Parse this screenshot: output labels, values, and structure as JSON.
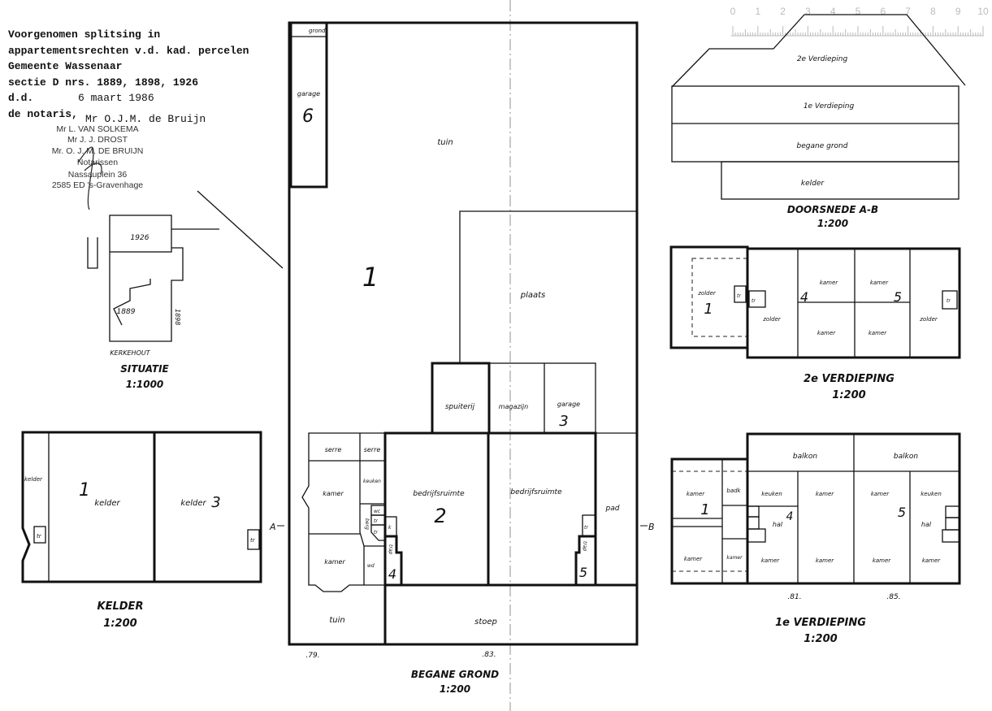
{
  "header": {
    "lines": [
      "Voorgenomen splitsing in",
      "appartementsrechten v.d. kad. percelen",
      "Gemeente Wassenaar",
      "sectie D nrs. 1889, 1898, 1926",
      "d.d."
    ],
    "date": "6 maart 1986",
    "notary_label": "de notaris,",
    "notary_name": "Mr O.J.M. de Bruijn",
    "stamp": [
      "Mr L. VAN SOLKEMA",
      "Mr J. J. DROST",
      "Mr. O. J. M. DE BRUIJN",
      "Notarissen",
      "Nassauplein 36",
      "2585 ED 's-Gravenhage"
    ]
  },
  "ruler": {
    "ticks": [
      "0",
      "1",
      "2",
      "3",
      "4",
      "5",
      "6",
      "7",
      "8",
      "9",
      "10"
    ]
  },
  "situatie": {
    "parcel_a": "1926",
    "parcel_b": "1889",
    "parcel_c": "1898",
    "street": "KERKEHOUT",
    "title": "SITUATIE",
    "scale": "1:1000"
  },
  "doorsnede": {
    "floors": [
      "2e Verdieping",
      "1e Verdieping",
      "begane grond",
      "kelder"
    ],
    "title": "DOORSNEDE A-B",
    "scale": "1:200"
  },
  "kelder": {
    "room_left": "kelder",
    "num_left": "1",
    "room_right": "kelder",
    "num_right": "3",
    "side_label": "kelder",
    "stair": "tr",
    "stair2": "tr",
    "title": "KELDER",
    "scale": "1:200"
  },
  "begane_grond": {
    "grond": "grond",
    "garage6": "garage",
    "num6": "6",
    "tuin_top": "tuin",
    "num1": "1",
    "plaats": "plaats",
    "spuiterij": "spuiterij",
    "magazijn": "magazijn",
    "garage3": "garage",
    "num3": "3",
    "serre1": "serre",
    "serre2": "serre",
    "kamer1": "kamer",
    "keuken": "keuken",
    "kamer2": "kamer",
    "wc": "wc",
    "tr1": "tr",
    "tr2": "tr",
    "berg": "berg",
    "wd": "wd",
    "k": "k",
    "trap4": "trap",
    "num4": "4",
    "bedrijfsruimte1": "bedrijfsruimte",
    "num2": "2",
    "bedrijfsruimte2": "bedrijfsruimte",
    "pad": "pad",
    "tr5": "tr",
    "trap5": "trap",
    "num5": "5",
    "tuin_bottom": "tuin",
    "stoep": "stoep",
    "mark79": ".79.",
    "mark83": ".83.",
    "sectionA": "A",
    "sectionB": "B",
    "title": "BEGANE GROND",
    "scale": "1:200"
  },
  "verdieping2": {
    "zolder1": "zolder",
    "num1": "1",
    "tr1": "tr",
    "tr2": "tr",
    "zolder2": "zolder",
    "num4": "4",
    "kamer1": "kamer",
    "kamer2": "kamer",
    "kamer3": "kamer",
    "kamer4": "kamer",
    "num5": "5",
    "zolder3": "zolder",
    "tr3": "tr",
    "title": "2e VERDIEPING",
    "scale": "1:200"
  },
  "verdieping1": {
    "balkon1": "balkon",
    "balkon2": "balkon",
    "kamer1": "kamer",
    "badk": "badk",
    "num1": "1",
    "kamer2": "kamer",
    "kamer3": "kamer",
    "keuken1": "keuken",
    "kamer4": "kamer",
    "hal1": "hal",
    "num4": "4",
    "kamer5": "kamer",
    "kamer6": "kamer",
    "kamer7": "kamer",
    "keuken2": "keuken",
    "hal2": "hal",
    "num5": "5",
    "kamer8": "kamer",
    "kamer9": "kamer",
    "mark81": ".81.",
    "mark85": ".85.",
    "title": "1e VERDIEPING",
    "scale": "1:200"
  }
}
